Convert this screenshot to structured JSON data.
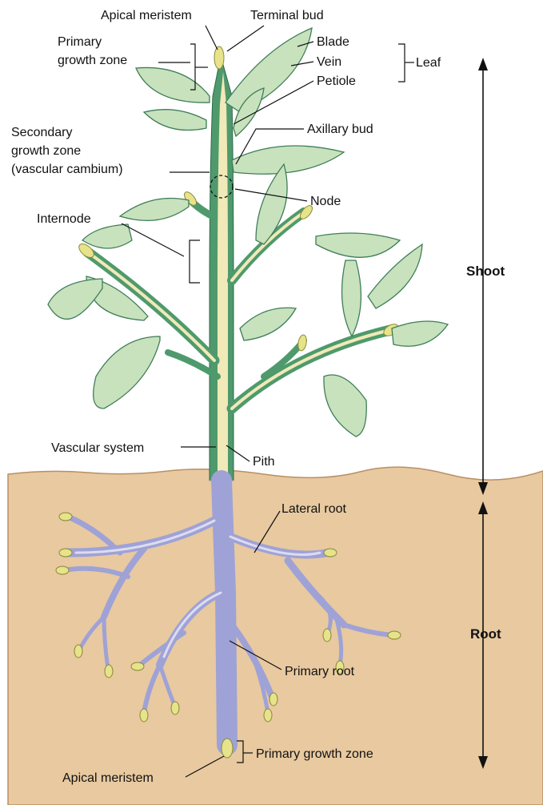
{
  "labels": {
    "apical_meristem_top": "Apical meristem",
    "terminal_bud": "Terminal bud",
    "primary_growth_zone_top_1": "Primary",
    "primary_growth_zone_top_2": "growth zone",
    "blade": "Blade",
    "vein": "Vein",
    "leaf": "Leaf",
    "petiole": "Petiole",
    "secondary_growth_zone_1": "Secondary",
    "secondary_growth_zone_2": "growth zone",
    "secondary_growth_zone_3": "(vascular cambium)",
    "axillary_bud": "Axillary bud",
    "node": "Node",
    "internode": "Internode",
    "shoot": "Shoot",
    "vascular_system": "Vascular system",
    "pith": "Pith",
    "lateral_root": "Lateral root",
    "root": "Root",
    "primary_root": "Primary root",
    "primary_growth_zone_bottom": "Primary growth zone",
    "apical_meristem_bottom": "Apical meristem"
  },
  "colors": {
    "soil": "#e8c9a0",
    "soil_edge": "#b98f64",
    "stem_green": "#4f9a6d",
    "stem_core": "#f1e9b8",
    "leaf_fill": "#c7e2bd",
    "leaf_edge": "#3f7d58",
    "root_fill": "#9fa2d6",
    "root_core": "#dcdcf0",
    "root_tip": "#e6e38a"
  }
}
